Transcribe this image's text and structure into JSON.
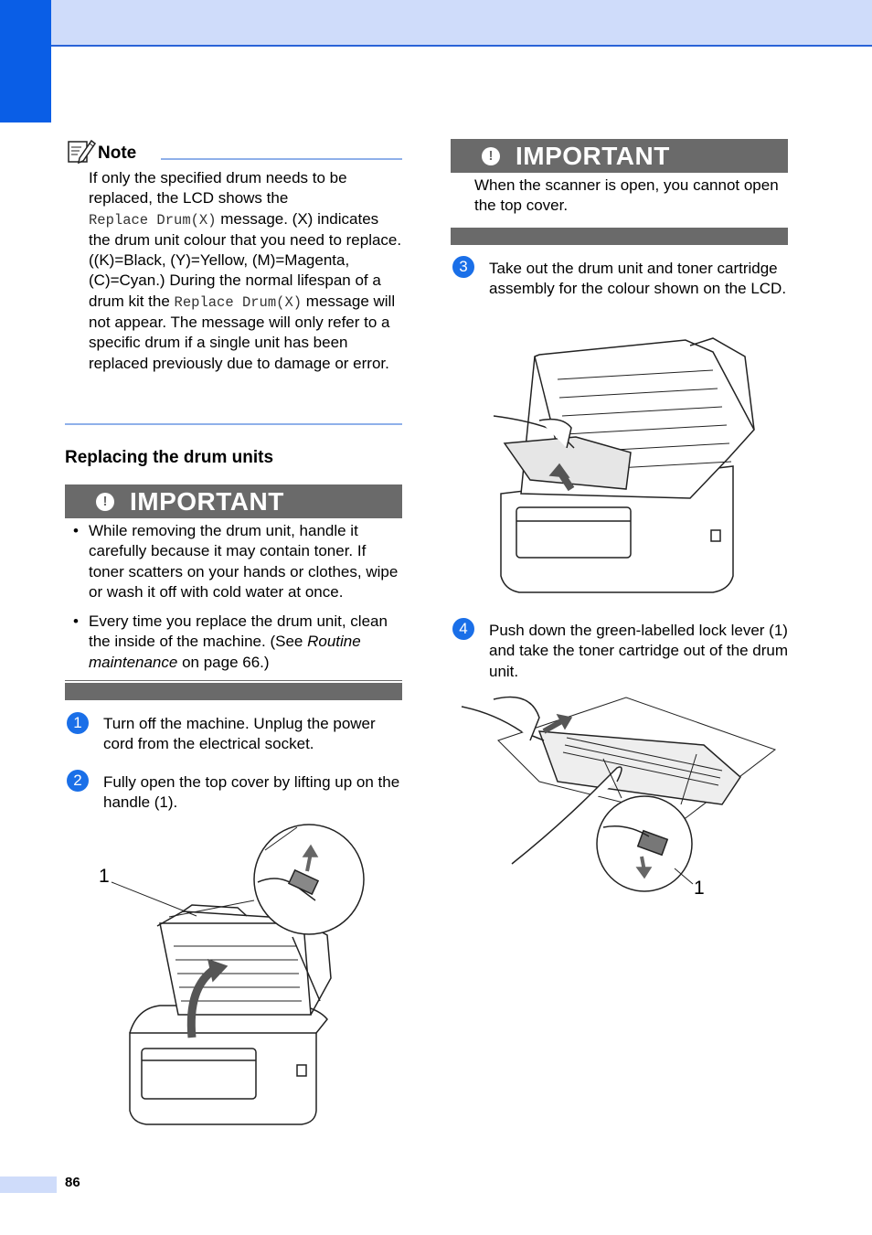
{
  "header": {
    "band_color": "#cfdcfa",
    "tab_color": "#0a5ee6"
  },
  "note": {
    "title": "Note",
    "icon": "note-pencil-icon",
    "text_1": "If only the specified drum needs to be replaced, the LCD shows the",
    "code_1": "Replace Drum(X)",
    "text_2": " message. (X) indicates the drum unit colour that you need to replace. ((K)=Black, (Y)=Yellow, (M)=Magenta, (C)=Cyan.) During the normal lifespan of a drum kit the",
    "code_2": "Replace Drum(X)",
    "text_3": " message will not appear. The message will only refer to a specific drum if a single unit has been replaced previously due to damage or error."
  },
  "section_heading": "Replacing the drum units",
  "important_1": {
    "title": "IMPORTANT",
    "icon": "exclamation-icon",
    "bullet_1": "While removing the drum unit, handle it carefully because it may contain toner. If toner scatters on your hands or clothes, wipe or wash it off with cold water at once.",
    "bullet_2_a": "Every time you replace the drum unit, clean the inside of the machine. (See ",
    "bullet_2_ref": "Routine maintenance",
    "bullet_2_b": " on page 66.)"
  },
  "important_2": {
    "title": "IMPORTANT",
    "icon": "exclamation-icon",
    "text": "When the scanner is open, you cannot open the top cover."
  },
  "steps": [
    {
      "num": "1",
      "text": "Turn off the machine. Unplug the power cord from the electrical socket."
    },
    {
      "num": "2",
      "text": "Fully open the top cover by lifting up on the handle (1)."
    },
    {
      "num": "3",
      "text": "Take out the drum unit and toner cartridge assembly for the colour shown on the LCD."
    },
    {
      "num": "4",
      "text": "Push down the green-labelled lock lever (1) and take the toner cartridge out of the drum unit."
    }
  ],
  "figures": {
    "callout_1": "1",
    "callout_2": "1"
  },
  "page_number": "86",
  "colors": {
    "accent": "#1a6fe8",
    "important_bar": "#6a6a6a",
    "rule": "#8fb0ea"
  }
}
